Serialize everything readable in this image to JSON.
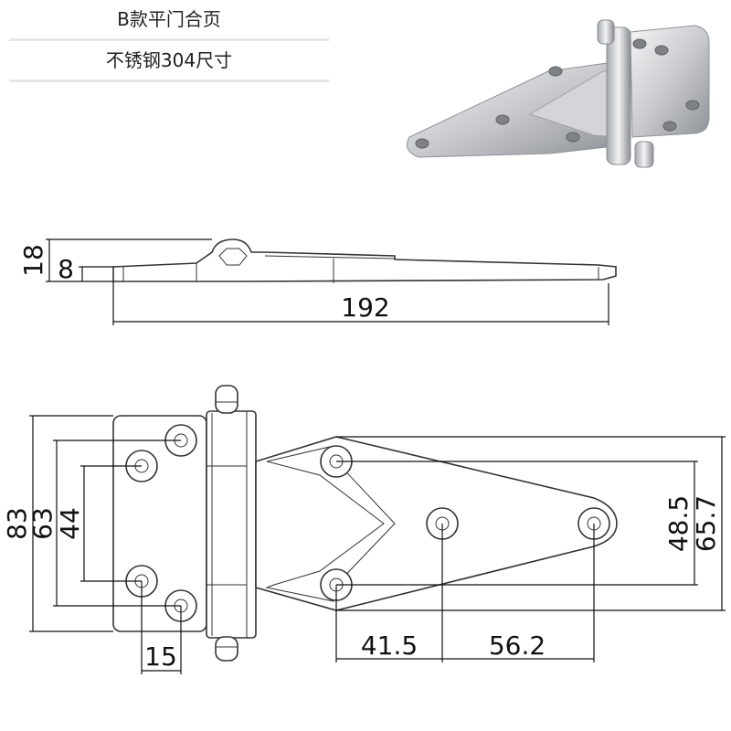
{
  "title": {
    "line1": "B款平门合页",
    "line2": "不锈钢304尺寸"
  },
  "dimensions": {
    "side_height": "18",
    "side_thickness": "8",
    "overall_length": "192",
    "leaf_height": "83",
    "hole_spacing_outer": "63",
    "hole_spacing_inner": "44",
    "hole_offset": "15",
    "strap_hole_spacing_1": "41.5",
    "strap_hole_spacing_2": "56.2",
    "strap_hole_spacing_vertical": "48.5",
    "strap_height": "65.7"
  },
  "colors": {
    "line": "#111111",
    "steel_light": "#e9eaec",
    "steel_dark": "#9da1a6"
  }
}
